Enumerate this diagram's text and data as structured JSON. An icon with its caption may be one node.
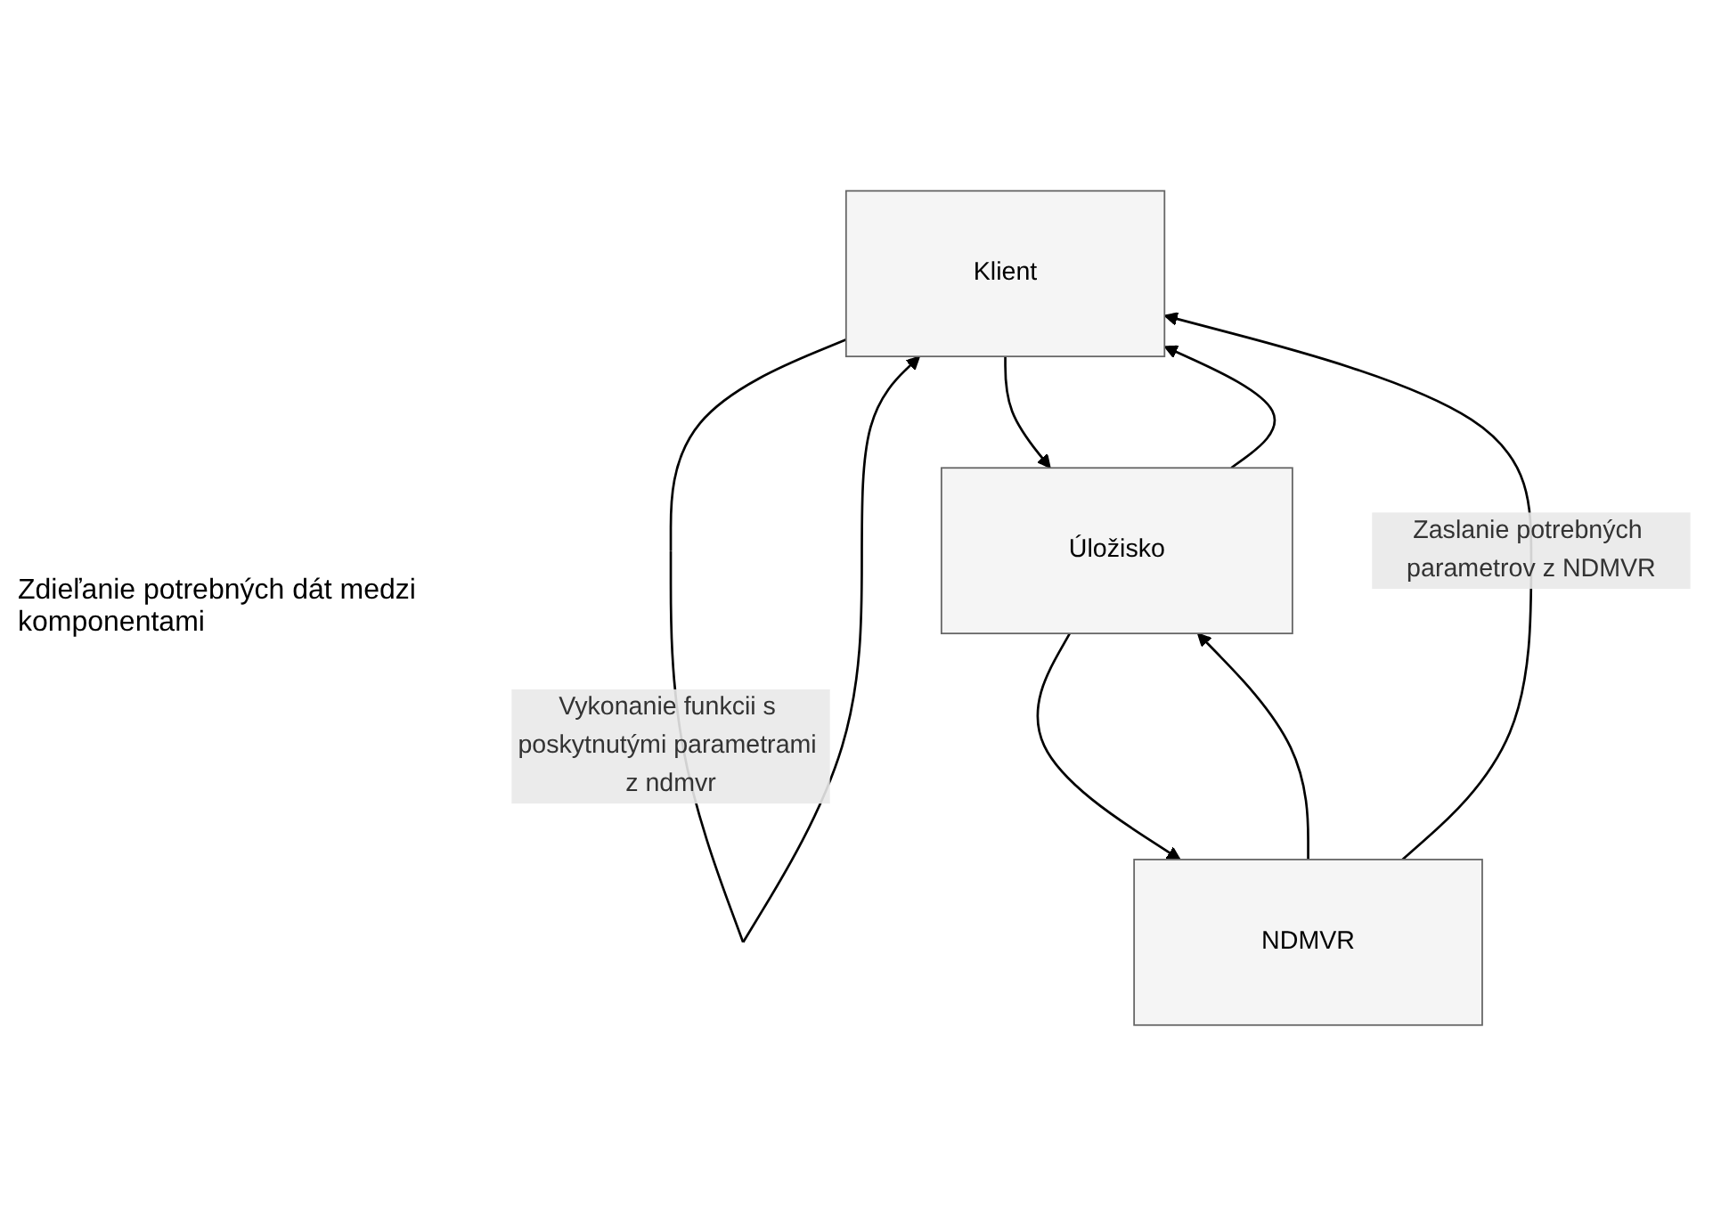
{
  "diagram": {
    "nodes": [
      {
        "text": [
          "Klient"
        ]
      },
      {
        "text": [
          "Úložisko"
        ]
      },
      {
        "text": [
          "NDMVR"
        ]
      }
    ],
    "edges": [
      {
        "from": 0,
        "to": 0,
        "arrow": "to",
        "label": "Vykonanie funkcii s poskytnutými parametrami z ndmvr"
      },
      {
        "from": 0,
        "to": 1,
        "arrow": "to"
      },
      {
        "from": 1,
        "to": 0,
        "arrow": "to"
      },
      {
        "from": 1,
        "to": 2,
        "arrow": "to"
      },
      {
        "from": 2,
        "to": 1,
        "arrow": "to"
      },
      {
        "from": 2,
        "to": 0,
        "arrow": "to",
        "label": "Zaslanie potrebných parametrov z NDMVR"
      }
    ],
    "labels": [
      "Zdieľanie potrebných dát medzi komponentami"
    ]
  }
}
